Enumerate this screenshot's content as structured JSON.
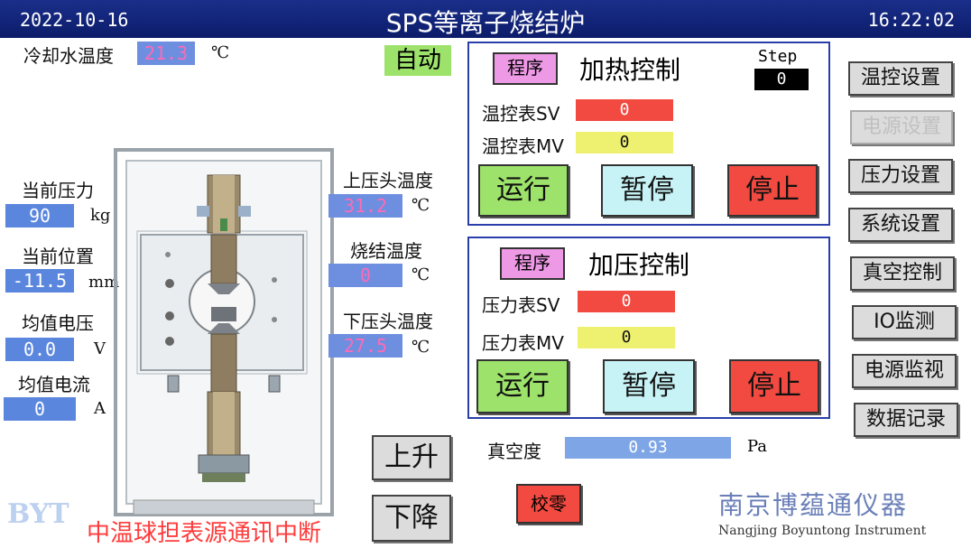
{
  "header": {
    "date": "2022-10-16",
    "title": "SPS等离子烧结炉",
    "time": "16:22:02"
  },
  "cooling": {
    "label": "冷却水温度",
    "value": "21.3",
    "unit": "℃"
  },
  "mode": "自动",
  "left_readouts": [
    {
      "label": "当前压力",
      "value": "90",
      "unit": "kg"
    },
    {
      "label": "当前位置",
      "value": "-11.5",
      "unit": "mm"
    },
    {
      "label": "均值电压",
      "value": "0.0",
      "unit": "V"
    },
    {
      "label": "均值电流",
      "value": "0",
      "unit": "A"
    }
  ],
  "temps": [
    {
      "label": "上压头温度",
      "value": "31.2",
      "unit": "℃"
    },
    {
      "label": "烧结温度",
      "value": "0",
      "unit": "℃"
    },
    {
      "label": "下压头温度",
      "value": "27.5",
      "unit": "℃"
    }
  ],
  "heating": {
    "program": "程序",
    "title": "加热控制",
    "step_label": "Step",
    "step_value": "0",
    "sv_label": "温控表SV",
    "sv_value": "0",
    "mv_label": "温控表MV",
    "mv_value": "0",
    "run": "运行",
    "pause": "暂停",
    "stop": "停止"
  },
  "pressure": {
    "program": "程序",
    "title": "加压控制",
    "sv_label": "压力表SV",
    "sv_value": "0",
    "mv_label": "压力表MV",
    "mv_value": "0",
    "run": "运行",
    "pause": "暂停",
    "stop": "停止"
  },
  "vacuum": {
    "label": "真空度",
    "value": "0.93",
    "unit": "Pa"
  },
  "up_label": "上升",
  "down_label": "下降",
  "zero_label": "校零",
  "menu": [
    "温控设置",
    "电源设置",
    "压力设置",
    "系统设置",
    "真空控制",
    "IO监测",
    "电源监视",
    "数据记录"
  ],
  "brand": {
    "cn": "南京博蕴通仪器",
    "en": "Nangjing Boyuntong Instrument",
    "logo": "BYT"
  },
  "alarm_text": "中温球担表源通讯中断",
  "colors": {
    "header": "#0c1c6a",
    "value_bg": "#5a86de",
    "run": "#9de36b",
    "pause": "#c8f3f6",
    "stop": "#f24a40"
  }
}
